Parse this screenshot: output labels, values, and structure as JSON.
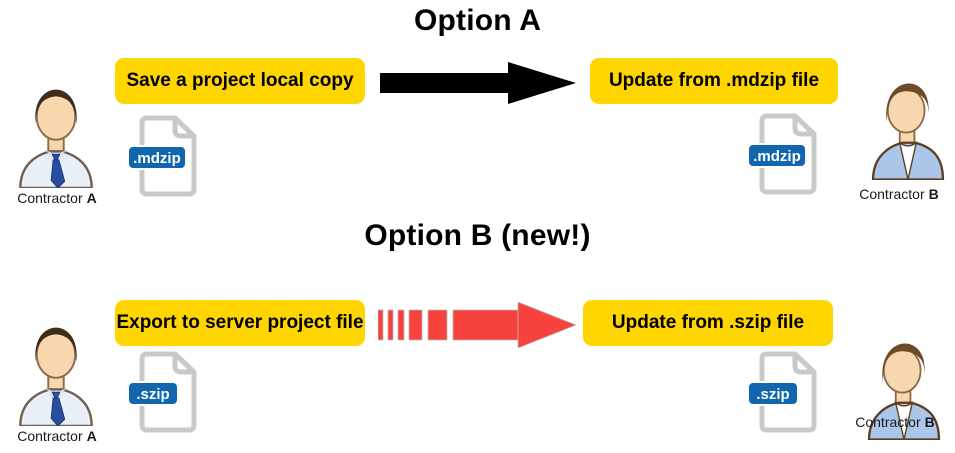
{
  "colors": {
    "yellow": "#ffd500",
    "arrow_black": "#000000",
    "arrow_red": "#f8423d",
    "badge_blue": "#1166ad",
    "file_gray": "#c9c9c9",
    "skin": "#f6d7ae",
    "hair_a": "#3f2d1c",
    "hair_b": "#6d4a28",
    "shirt_a": "#e9eff7",
    "jacket_b": "#aac6e8",
    "tie_blue": "#2b4da0",
    "outline_warm": "#8a6b4d",
    "outline_dark": "#5d3d1f"
  },
  "option_a": {
    "title": "Option A",
    "left_box": "Save a project local copy",
    "right_box": "Update from .mdzip file",
    "file_badge": ".mdzip"
  },
  "option_b": {
    "title": "Option B (new!)",
    "left_box": "Export to server project file",
    "right_box": "Update from .szip file",
    "file_badge": ".szip"
  },
  "actors": {
    "contractor_a": {
      "prefix": "Contractor",
      "letter": "A"
    },
    "contractor_b": {
      "prefix": "Contractor",
      "letter": "B"
    }
  }
}
